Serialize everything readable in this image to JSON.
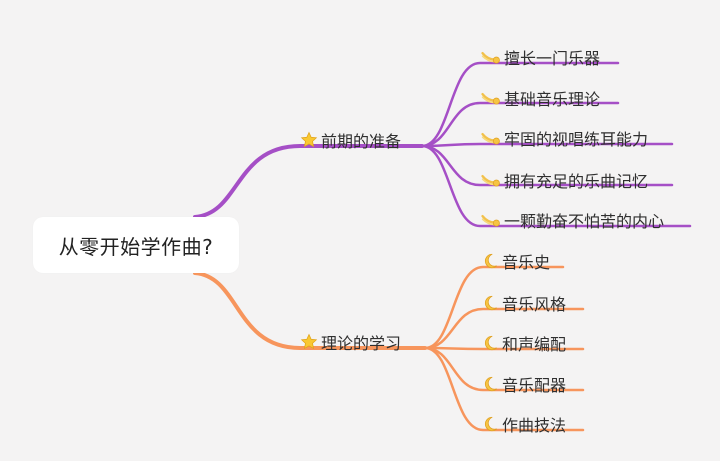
{
  "root": {
    "label": "从零开始学作曲?"
  },
  "colors": {
    "branch_1": "#a54fc6",
    "branch_2": "#f7955c",
    "background": "#f4f3f3"
  },
  "branches": [
    {
      "label": "前期的准备",
      "icon": "star-icon",
      "children": [
        {
          "label": "擅长一门乐器",
          "icon": "shooting-star-icon"
        },
        {
          "label": "基础音乐理论",
          "icon": "shooting-star-icon"
        },
        {
          "label": "牢固的视唱练耳能力",
          "icon": "shooting-star-icon"
        },
        {
          "label": "拥有充足的乐曲记忆",
          "icon": "shooting-star-icon"
        },
        {
          "label": "一颗勤奋不怕苦的内心",
          "icon": "shooting-star-icon"
        }
      ]
    },
    {
      "label": "理论的学习",
      "icon": "star-icon",
      "children": [
        {
          "label": "音乐史",
          "icon": "crescent-moon-icon"
        },
        {
          "label": "音乐风格",
          "icon": "crescent-moon-icon"
        },
        {
          "label": "和声编配",
          "icon": "crescent-moon-icon"
        },
        {
          "label": "音乐配器",
          "icon": "crescent-moon-icon"
        },
        {
          "label": "作曲技法",
          "icon": "crescent-moon-icon"
        }
      ]
    }
  ]
}
